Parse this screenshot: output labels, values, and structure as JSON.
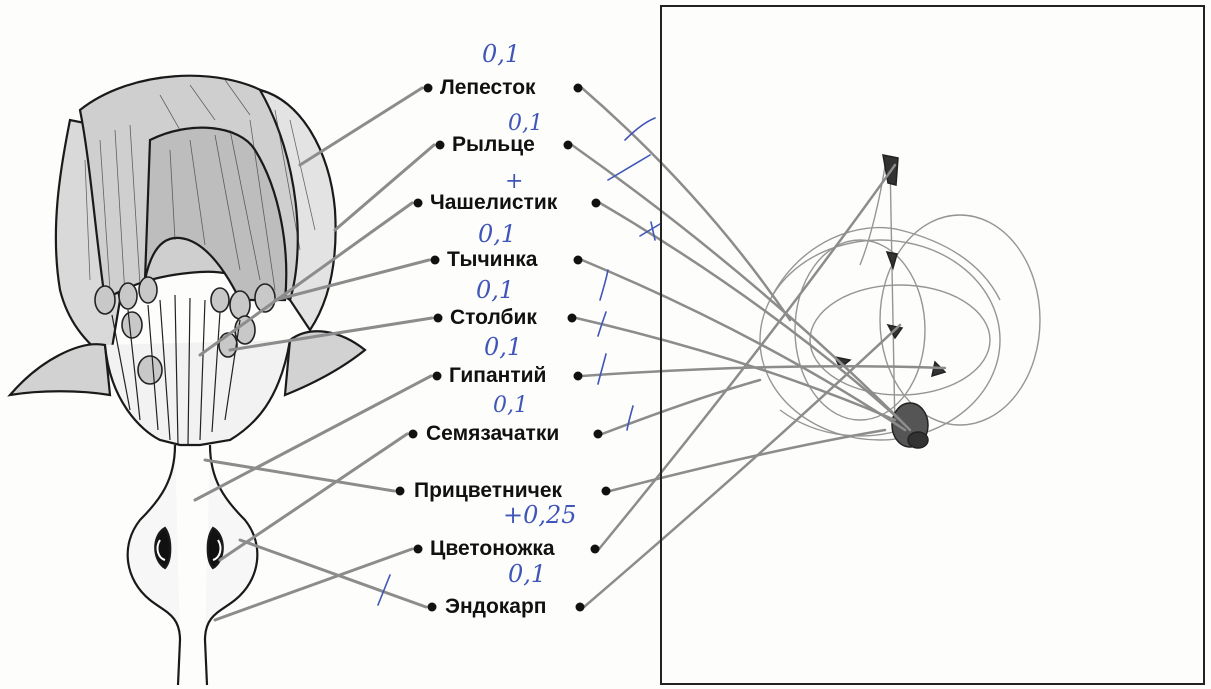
{
  "labels": [
    "Лепесток",
    "Рыльце",
    "Чашелистик",
    "Тычинка",
    "Столбик",
    "Гипантий",
    "Семязачатки",
    "Прицветничек",
    "Цветоножка",
    "Эндокарп"
  ],
  "grades": [
    "0,1",
    "0,1",
    "+",
    "0,1",
    "0,1",
    "0,1",
    "0,1",
    "+0,25",
    "0,1"
  ],
  "colors": {
    "ink": "#111111",
    "connector": "#8c8c8c",
    "pen": "#3f56b8",
    "frame": "#222222"
  },
  "icons": [
    "flower-cross-section-illustration",
    "apple-flower-sketch"
  ]
}
